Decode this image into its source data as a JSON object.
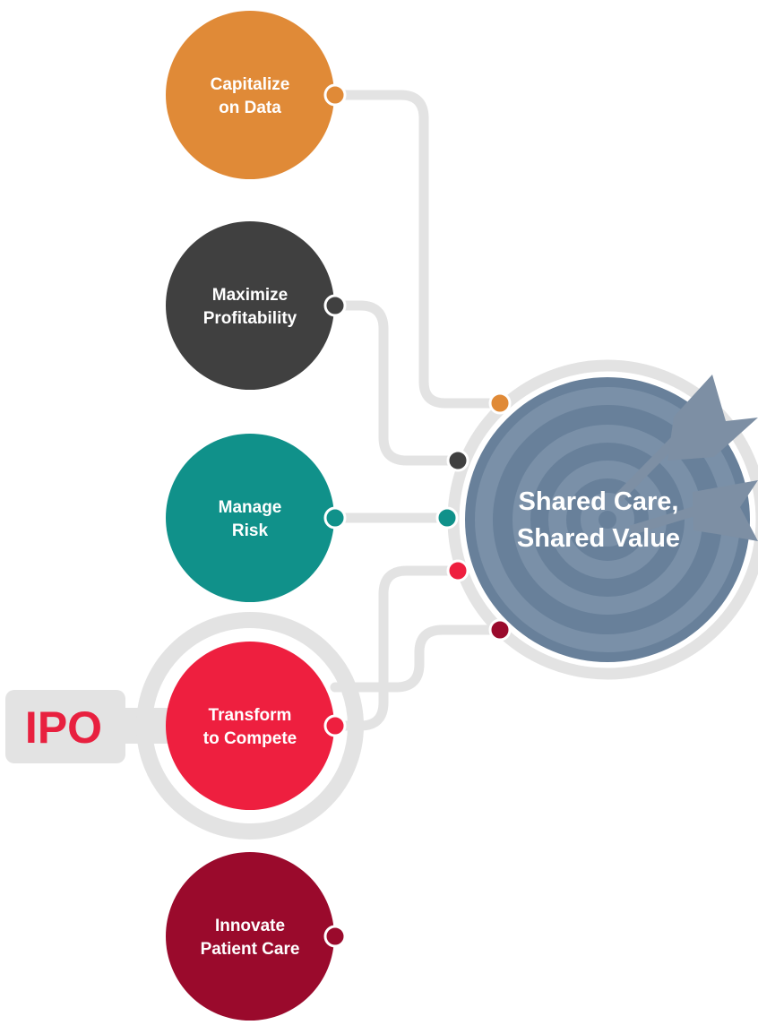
{
  "colors": {
    "connector": "#e3e3e3",
    "ring": "#e3e3e3",
    "target": "#68809a",
    "target_rings": "#7a90a8",
    "dart": "#7d8fa4",
    "dot_outline": "#ffffff",
    "label_text": "#ffffff"
  },
  "hub": {
    "line1": "Shared Care,",
    "line2": "Shared Value",
    "icon": "target-with-darts-icon"
  },
  "badge": {
    "label": "IPO",
    "color": "#e8203f"
  },
  "nodes": [
    {
      "id": "capitalize-on-data",
      "line1": "Capitalize",
      "line2": "on Data",
      "color": "#e08a37"
    },
    {
      "id": "maximize-profitability",
      "line1": "Maximize",
      "line2": "Profitability",
      "color": "#404040"
    },
    {
      "id": "manage-risk",
      "line1": "Manage",
      "line2": "Risk",
      "color": "#10918a"
    },
    {
      "id": "transform-to-compete",
      "line1": "Transform",
      "line2": "to Compete",
      "color": "#ee1f3f"
    },
    {
      "id": "innovate-patient-care",
      "line1": "Innovate",
      "line2": "Patient Care",
      "color": "#9a0a2c"
    }
  ]
}
